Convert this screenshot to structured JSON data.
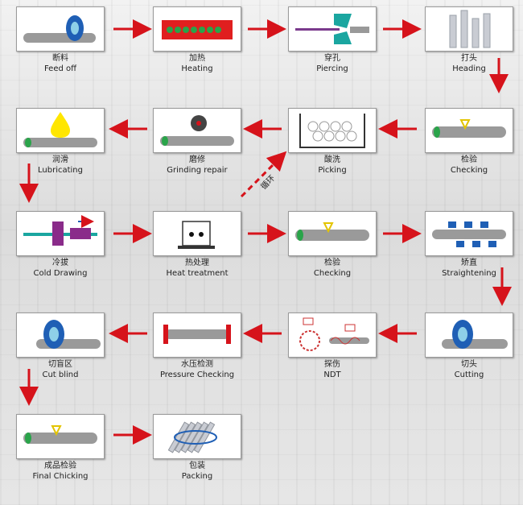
{
  "steps": [
    {
      "zh": "断料",
      "en": "Feed off"
    },
    {
      "zh": "加热",
      "en": "Heating"
    },
    {
      "zh": "穿孔",
      "en": "Piercing"
    },
    {
      "zh": "打头",
      "en": "Heading"
    },
    {
      "zh": "检验",
      "en": "Checking"
    },
    {
      "zh": "酸洗",
      "en": "Picking"
    },
    {
      "zh": "磨修",
      "en": "Grinding repair"
    },
    {
      "zh": "润滑",
      "en": "Lubricating"
    },
    {
      "zh": "冷拔",
      "en": "Cold Drawing"
    },
    {
      "zh": "热处理",
      "en": "Heat treatment"
    },
    {
      "zh": "检验",
      "en": "Checking"
    },
    {
      "zh": "矫直",
      "en": "Straightening"
    },
    {
      "zh": "切头",
      "en": "Cutting"
    },
    {
      "zh": "探伤",
      "en": "NDT"
    },
    {
      "zh": "水压检测",
      "en": "Pressure Checking"
    },
    {
      "zh": "切盲区",
      "en": "Cut blind"
    },
    {
      "zh": "成品检验",
      "en": "Final Chicking"
    },
    {
      "zh": "包装",
      "en": "Packing"
    }
  ],
  "loop_label": "循环",
  "colors": {
    "arrow": "#d6131b",
    "pipe": "#8f8f8f",
    "accent_blue": "#1f5fb5",
    "accent_green": "#2aa44a"
  }
}
